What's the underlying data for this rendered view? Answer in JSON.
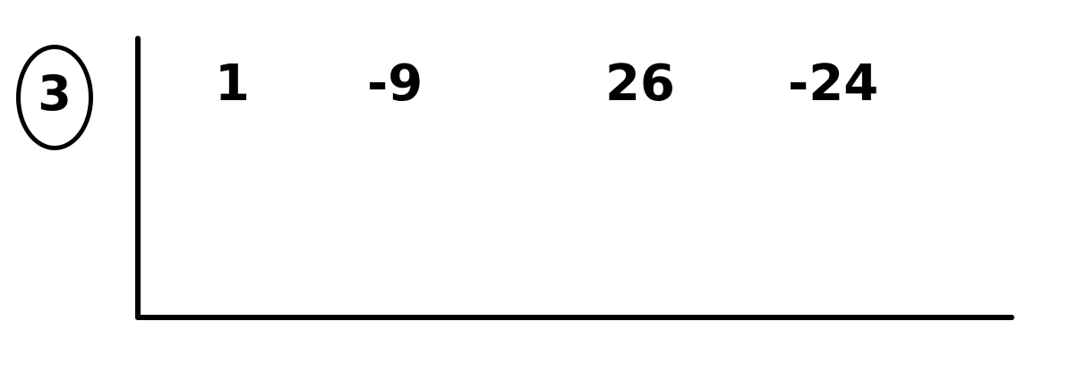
{
  "problem": {
    "number": "3"
  },
  "synthetic_division": {
    "coefficients": [
      "1",
      "-9",
      "26",
      "-24"
    ]
  }
}
